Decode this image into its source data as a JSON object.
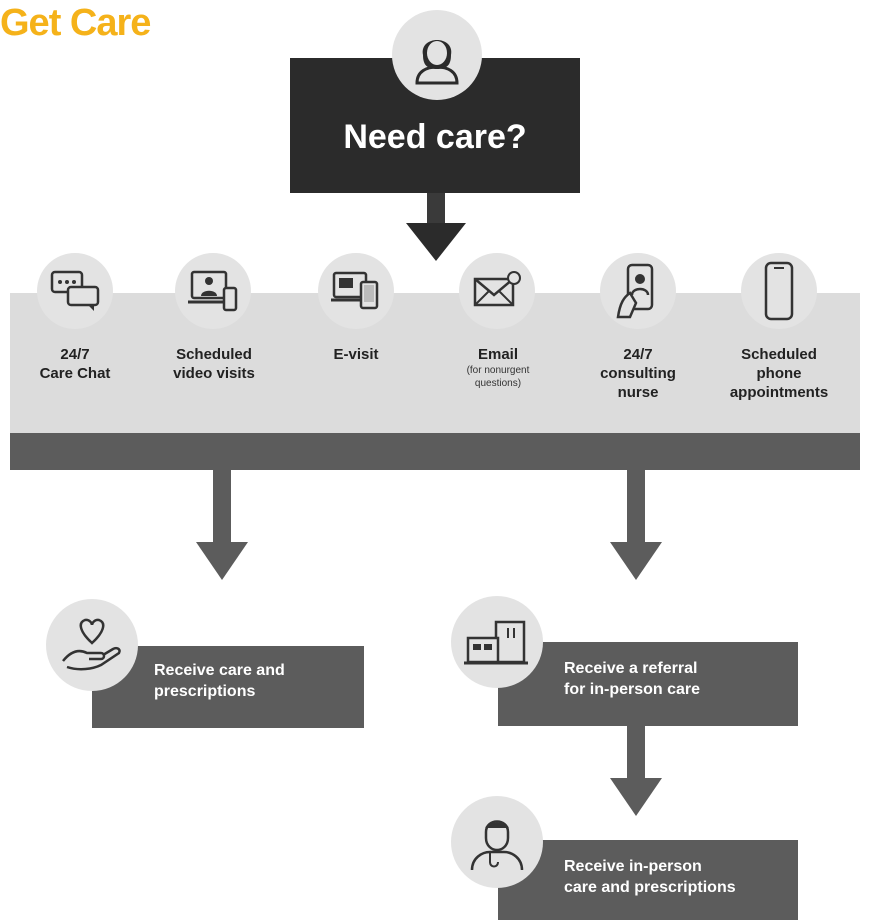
{
  "header": {
    "title": "Get Care",
    "title_color": "#f5b21a"
  },
  "top": {
    "question": "Need care?"
  },
  "options": [
    {
      "label": "24/7\nCare Chat",
      "icon": "chat-bubbles-icon"
    },
    {
      "label": "Scheduled\nvideo visits",
      "icon": "video-visit-icon"
    },
    {
      "label": "E-visit",
      "icon": "devices-icon"
    },
    {
      "label": "Email",
      "sub": "(for nonurgent\nquestions)",
      "icon": "envelope-icon"
    },
    {
      "label": "24/7\nconsulting\nnurse",
      "icon": "nurse-phone-icon"
    },
    {
      "label": "Scheduled\nphone\nappointments",
      "icon": "mobile-phone-icon"
    }
  ],
  "outcomes": {
    "care": "Receive care and\nprescriptions",
    "referral": "Receive a referral\nfor in-person care",
    "in_person": "Receive in-person\ncare and prescriptions"
  },
  "colors": {
    "dark": "#2b2b2b",
    "mid": "#5c5c5c",
    "panel": "#dcdcdc",
    "circle": "#e3e3e3"
  }
}
